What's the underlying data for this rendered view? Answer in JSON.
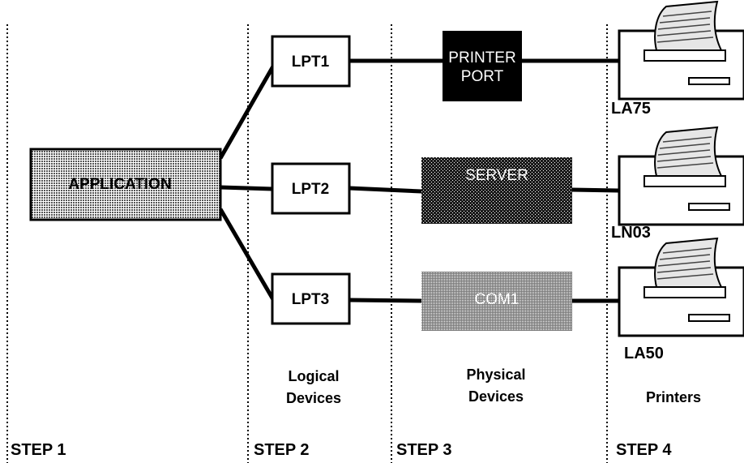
{
  "steps": {
    "step1": "STEP 1",
    "step2": "STEP 2",
    "step3": "STEP 3",
    "step4": "STEP 4"
  },
  "application": {
    "label": "APPLICATION"
  },
  "logical_devices": {
    "caption_line1": "Logical",
    "caption_line2": "Devices",
    "items": [
      "LPT1",
      "LPT2",
      "LPT3"
    ]
  },
  "physical_devices": {
    "caption_line1": "Physical",
    "caption_line2": "Devices",
    "printer_port_line1": "PRINTER",
    "printer_port_line2": "PORT",
    "server": "SERVER",
    "com1": "COM1"
  },
  "printers": {
    "caption": "Printers",
    "items": [
      "LA75",
      "LN03",
      "LA50"
    ]
  }
}
